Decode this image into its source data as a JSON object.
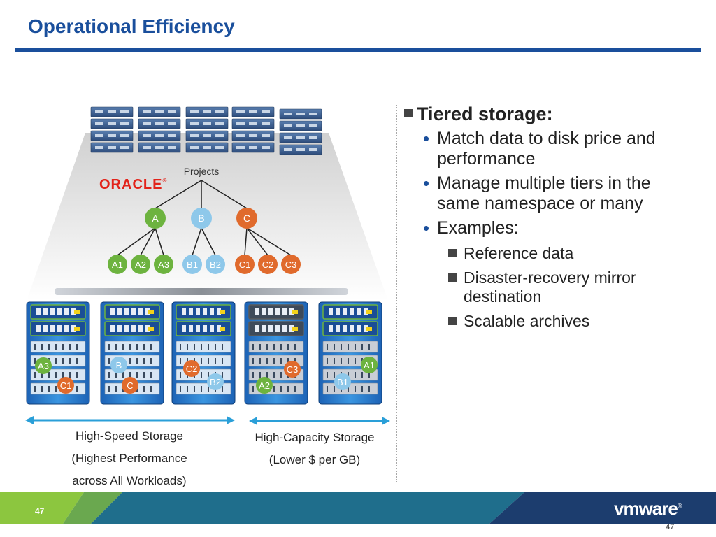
{
  "slide": {
    "title": "Operational Efficiency",
    "page_number_footer": "47",
    "page_number_corner": "47",
    "logo_text": "vmware",
    "logo_mark": "®"
  },
  "diagram": {
    "oracle_logo_text": "ORACLE",
    "oracle_logo_mark": "®",
    "projects_label": "Projects",
    "projects": [
      {
        "name": "A",
        "color": "#6db33f",
        "children": [
          "A1",
          "A2",
          "A3"
        ]
      },
      {
        "name": "B",
        "color": "#8ec8ea",
        "children": [
          "B1",
          "B2"
        ]
      },
      {
        "name": "C",
        "color": "#e06a2c",
        "children": [
          "C1",
          "C2",
          "C3"
        ]
      }
    ],
    "storage_units": [
      {
        "tags": [
          "A3",
          "C1"
        ]
      },
      {
        "tags": [
          "B",
          "C"
        ]
      },
      {
        "tags": [
          "C2",
          "B2"
        ]
      },
      {
        "tags": [
          "C3",
          "A2"
        ]
      },
      {
        "tags": [
          "A1",
          "B1"
        ]
      }
    ],
    "high_speed": {
      "line1": "High-Speed Storage",
      "line2": "(Highest Performance",
      "line3": "across All Workloads)"
    },
    "high_capacity": {
      "line1": "High-Capacity Storage",
      "line2": "(Lower $ per GB)"
    }
  },
  "bullets": {
    "heading": "Tiered storage:",
    "items": [
      "Match data to disk price and performance",
      "Manage multiple tiers in the same namespace or many",
      "Examples:"
    ],
    "examples": [
      "Reference data",
      "Disaster-recovery mirror destination",
      "Scalable archives"
    ]
  },
  "colors": {
    "title_blue": "#1a4f9c",
    "green": "#6db33f",
    "light_blue": "#8ec8ea",
    "orange": "#e06a2c",
    "arrow_blue": "#2a9fd8",
    "footer_green": "#8cc63f",
    "footer_teal": "#1f6e8c",
    "footer_navy": "#1c3d6e"
  }
}
